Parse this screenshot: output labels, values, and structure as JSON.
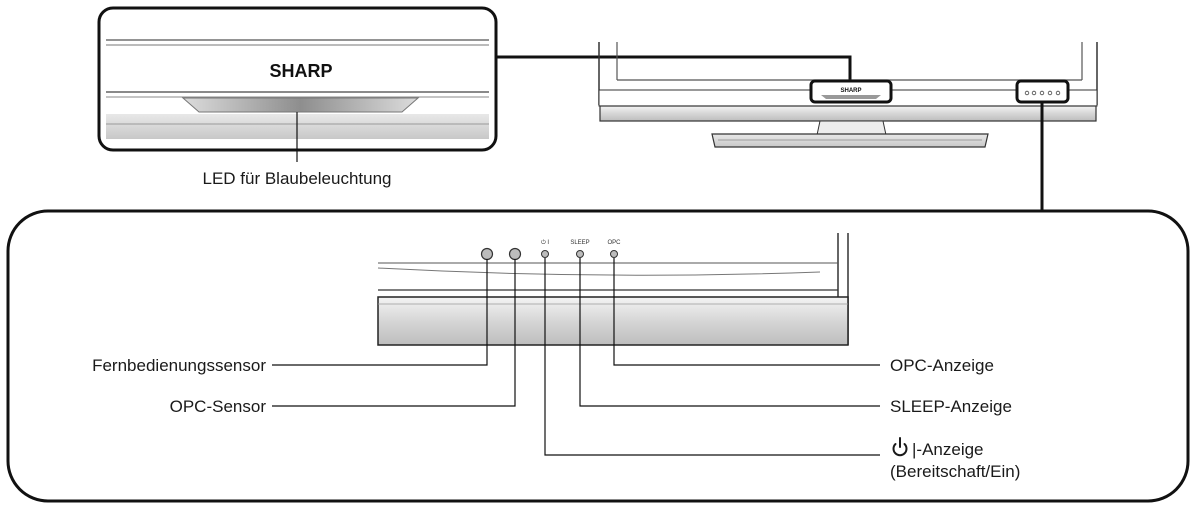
{
  "brand": {
    "logo_text": "SHARP"
  },
  "callouts": {
    "led_label": "LED für Blaubeleuchtung",
    "remote_sensor_label": "Fernbedienungssensor",
    "opc_sensor_label": "OPC-Sensor",
    "opc_indicator_label": "OPC-Anzeige",
    "sleep_indicator_label": "SLEEP-Anzeige",
    "power_indicator_label": "|-Anzeige",
    "power_indicator_sublabel": "(Bereitschaft/Ein)"
  },
  "panel_markings": {
    "power_symbol": "⏻ I",
    "sleep": "SLEEP",
    "opc": "OPC"
  },
  "icons": {
    "power": "power-icon"
  }
}
